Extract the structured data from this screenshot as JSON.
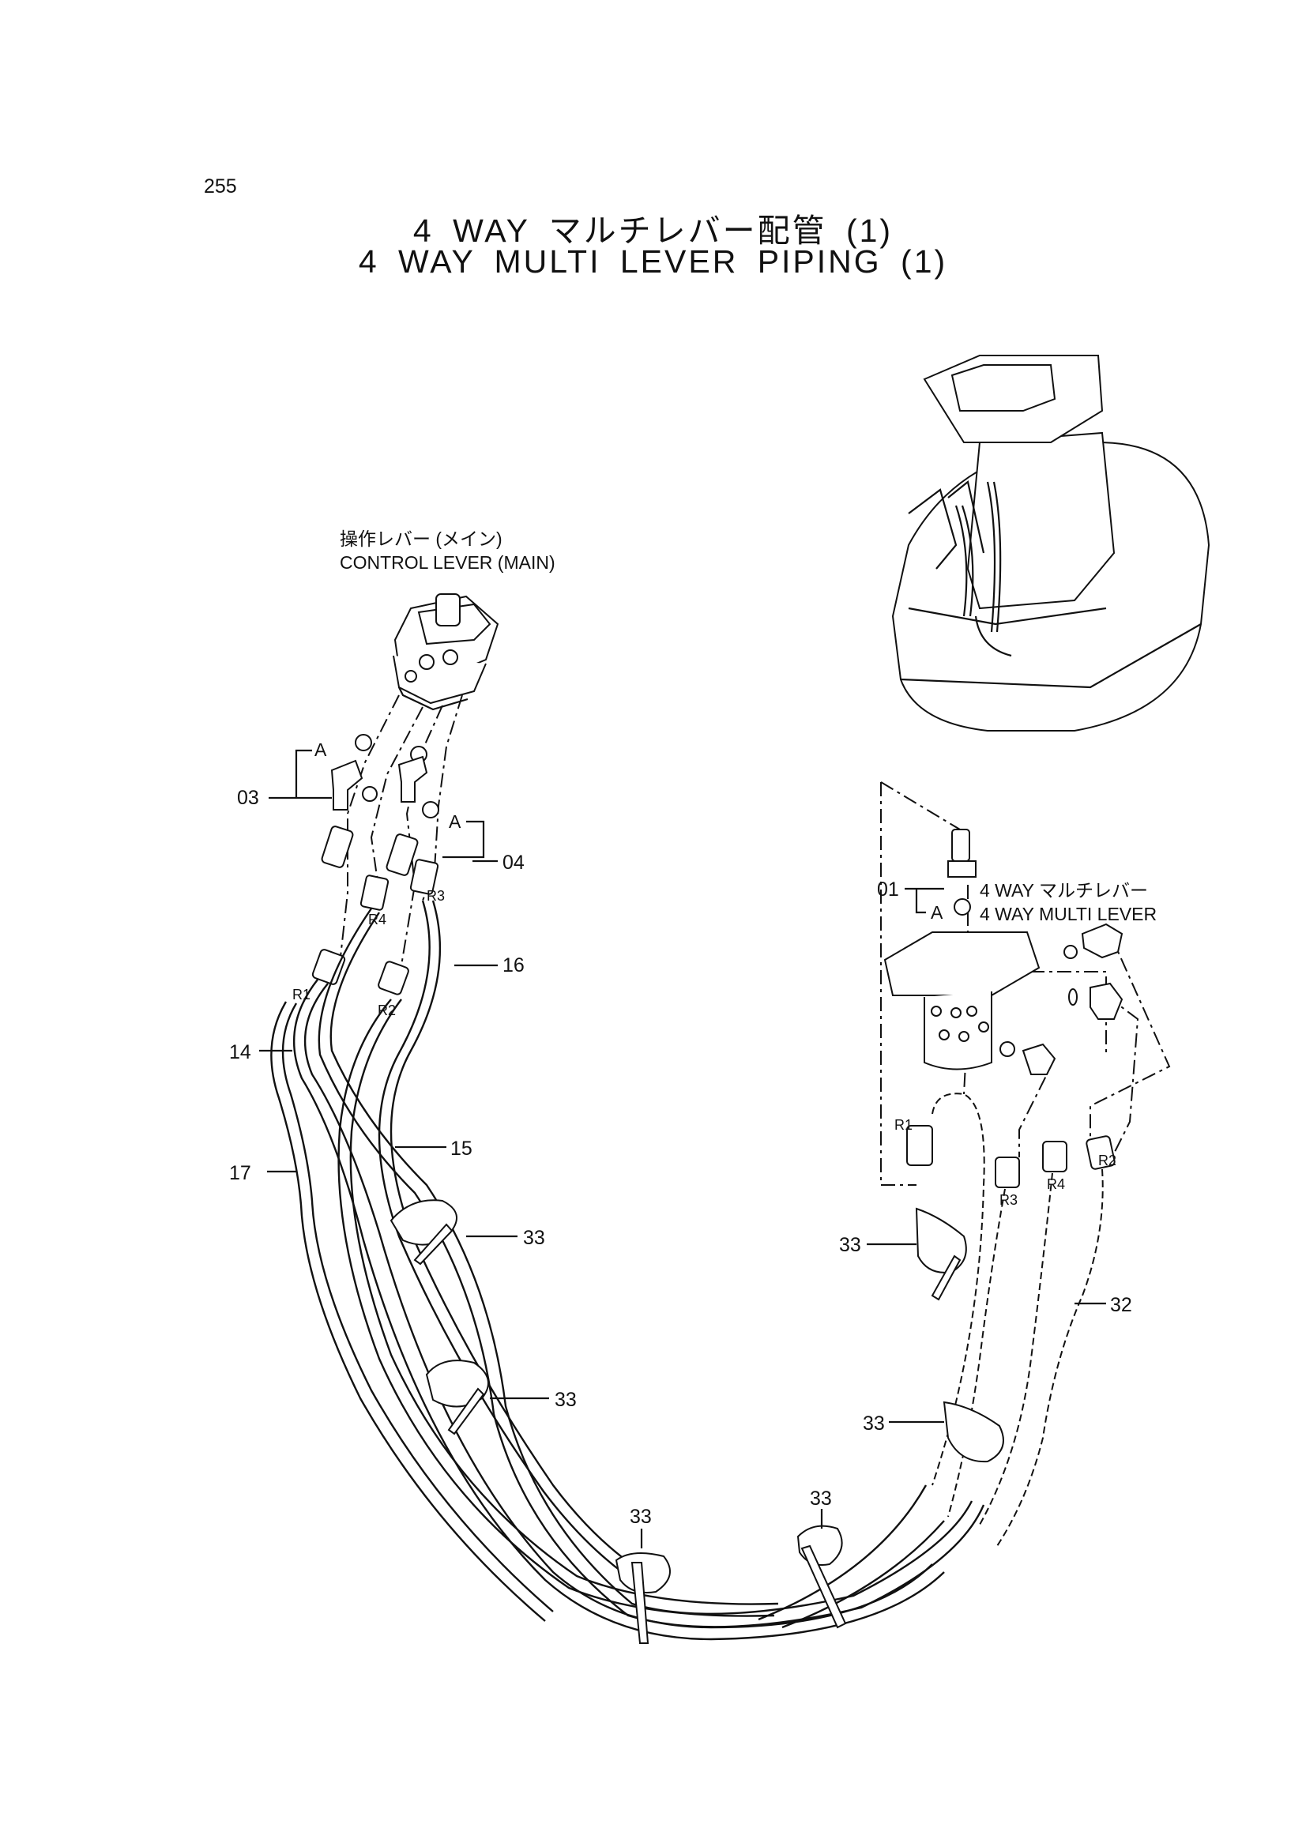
{
  "page_number": "255",
  "title_jp": "4 WAY マルチレバー配管 (1)",
  "title_en": "4 WAY MULTI LEVER PIPING (1)",
  "control_lever": {
    "label_jp": "操作レバー (メイン)",
    "label_en": "CONTROL LEVER (MAIN)"
  },
  "multi_lever": {
    "label_jp": "4 WAY マルチレバー",
    "label_en": "4 WAY MULTI LEVER"
  },
  "callouts": {
    "p01": "01",
    "p03": "03",
    "p04": "04",
    "p14": "14",
    "p15": "15",
    "p16": "16",
    "p17": "17",
    "p32": "32",
    "p33": "33"
  },
  "port_labels": {
    "r1": "R1",
    "r2": "R2",
    "r3": "R3",
    "r4": "R4",
    "a": "A"
  }
}
